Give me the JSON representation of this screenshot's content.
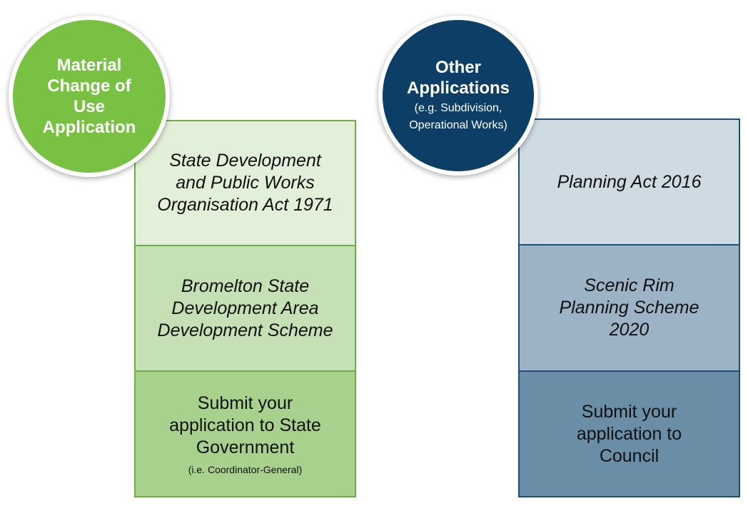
{
  "left": {
    "circle_title": "Material Change of Use Application",
    "box1": "State Development and Public Works Organisation Act 1971",
    "box2": "Bromelton State Development Area Development Scheme",
    "box3_main": "Submit your application to State Government",
    "box3_sub": "(i.e. Coordinator-General)"
  },
  "right": {
    "circle_title": "Other Applications",
    "circle_sub": "(e.g. Subdivision, Operational Works)",
    "box1": "Planning Act 2016",
    "box2": "Scenic Rim Planning Scheme 2020",
    "box3_main": "Submit your application to Council"
  },
  "colors": {
    "green": "#79c143",
    "green_border": "#70ad47",
    "navy": "#0d3f66",
    "navy_border": "#1f4e79"
  }
}
